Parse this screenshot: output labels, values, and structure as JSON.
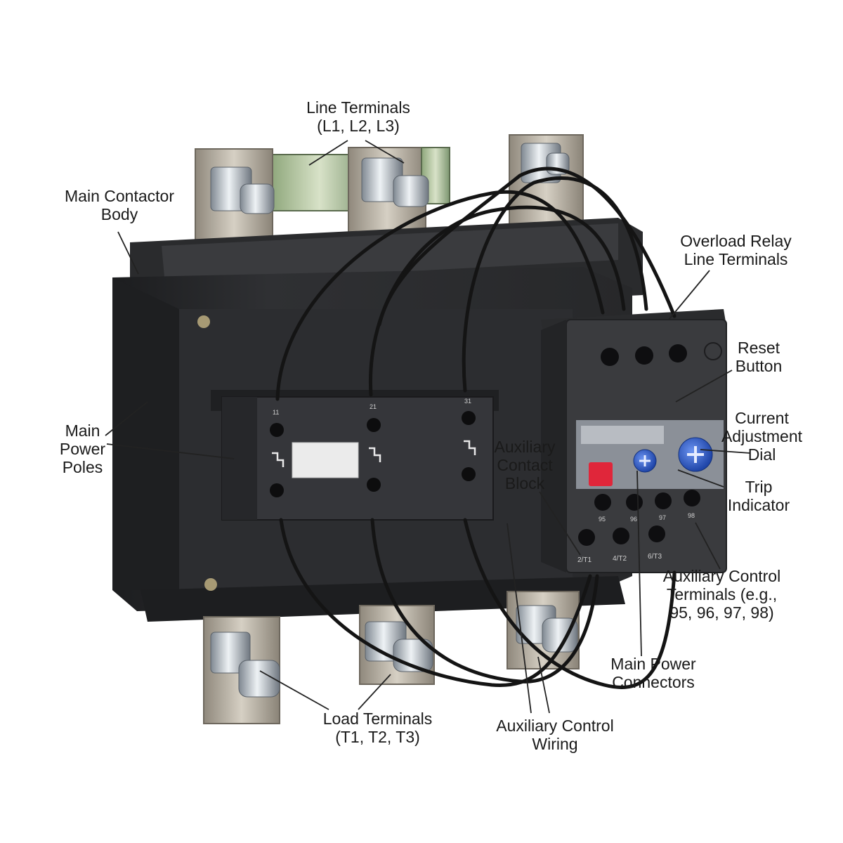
{
  "labels": {
    "line_terminals": [
      "Line Terminals",
      "(L1, L2, L3)"
    ],
    "main_contactor_body": [
      "Main Contactor",
      "Body"
    ],
    "overload_relay_line_terminals": [
      "Overload Relay",
      "Line Terminals"
    ],
    "reset_button": [
      "Reset",
      "Button"
    ],
    "current_adjustment_dial": [
      "Current",
      "Adjustment",
      "Dial"
    ],
    "main_power_poles": [
      "Main",
      "Power",
      "Poles"
    ],
    "auxiliary_contact_block": [
      "Auxiliary",
      "Contact",
      "Block"
    ],
    "trip_indicator": [
      "Trip",
      "Indicator"
    ],
    "auxiliary_control_terminals": [
      "Auxiliary Control",
      "Terminals (e.g.,",
      "95, 96, 97, 98)"
    ],
    "main_power_connectors": [
      "Main Power",
      "Connectors"
    ],
    "load_terminals": [
      "Load Terminals",
      "(T1, T2, T3)"
    ],
    "auxiliary_control_wiring": [
      "Auxiliary Control",
      "Wiring"
    ]
  },
  "device_markings": {
    "relay_terminals": [
      "2/T1",
      "4/T2",
      "6/T3"
    ],
    "relay_top_terminals": [
      "95",
      "96",
      "97",
      "98"
    ],
    "block_pole_marks": [
      "11",
      "21",
      "31"
    ]
  },
  "colors": {
    "housing": "#2b2c2e",
    "housing_dark": "#1b1c1e",
    "terminal_plate": "#b9b2a6",
    "bolt": "#c8cdd2",
    "reset_red": "#e0263a",
    "dial_blue": "#2f5fd0",
    "leader_line": "#222222"
  }
}
